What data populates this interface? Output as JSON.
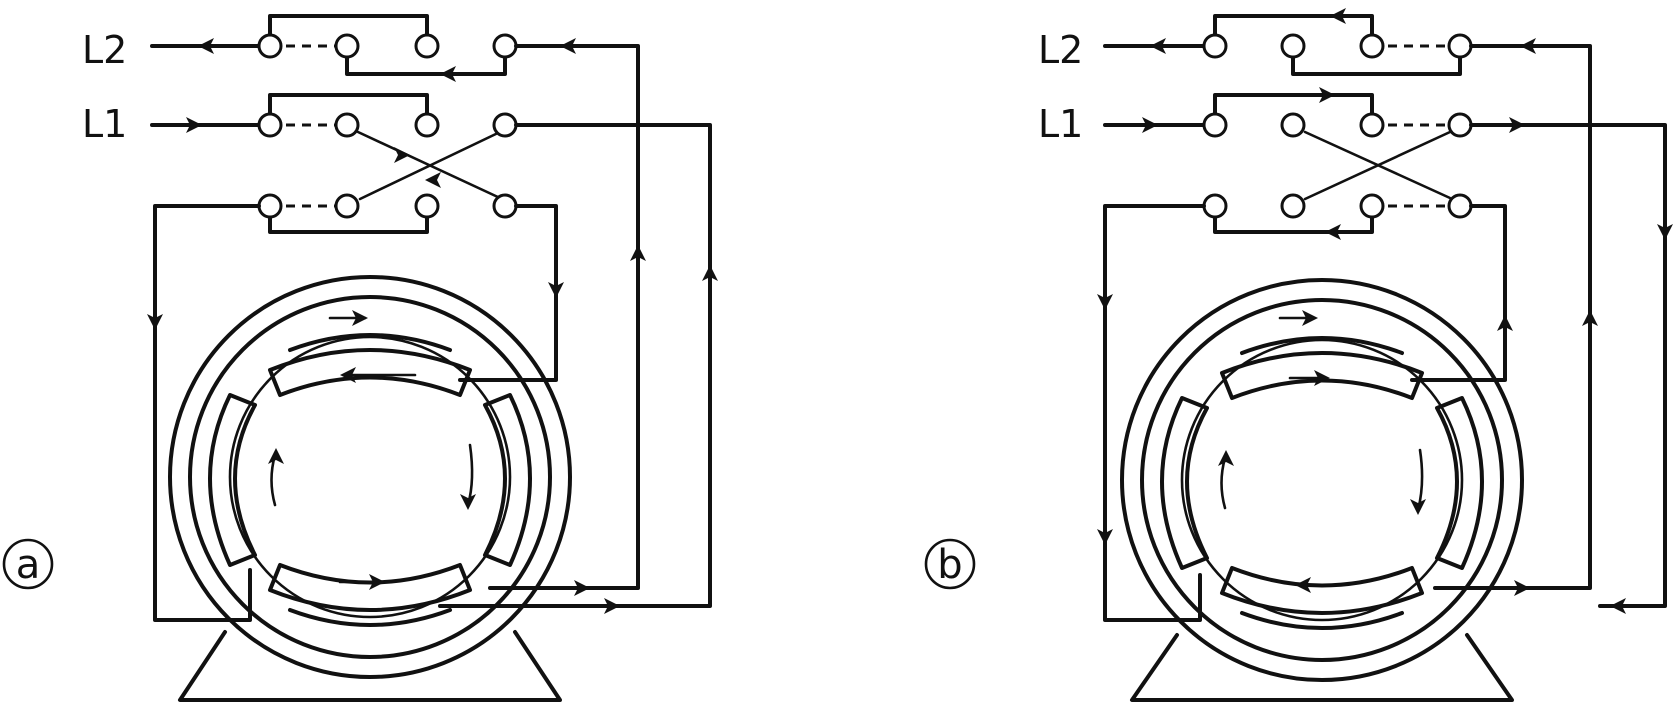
{
  "diagrams": [
    {
      "tag": "a",
      "line2": "L2",
      "line1": "L1"
    },
    {
      "tag": "b",
      "line2": "L2",
      "line1": "L1"
    }
  ]
}
